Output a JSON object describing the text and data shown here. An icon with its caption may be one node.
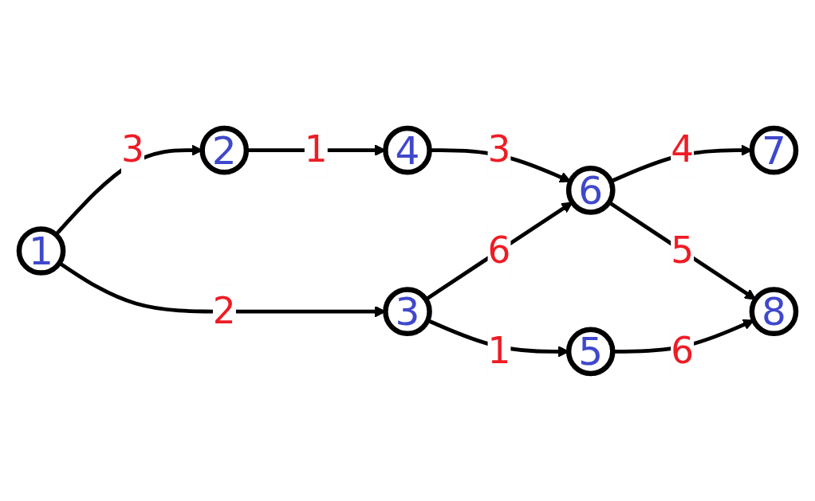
{
  "diagram": {
    "nodes": [
      {
        "text": [
          "1"
        ]
      },
      {
        "text": [
          "2"
        ]
      },
      {
        "text": [
          "3"
        ]
      },
      {
        "text": [
          "4"
        ]
      },
      {
        "text": [
          "5"
        ]
      },
      {
        "text": [
          "6"
        ]
      },
      {
        "text": [
          "7"
        ]
      },
      {
        "text": [
          "8"
        ]
      }
    ],
    "edges": [
      {
        "from": 0,
        "to": 1,
        "arrow": "to",
        "label": "3"
      },
      {
        "from": 0,
        "to": 2,
        "arrow": "to",
        "label": "2"
      },
      {
        "from": 1,
        "to": 3,
        "arrow": "to",
        "label": "1"
      },
      {
        "from": 2,
        "to": 5,
        "arrow": "to",
        "label": "6"
      },
      {
        "from": 3,
        "to": 5,
        "arrow": "to",
        "label": "3"
      },
      {
        "from": 2,
        "to": 4,
        "arrow": "to",
        "label": "1"
      },
      {
        "from": 5,
        "to": 6,
        "arrow": "to",
        "label": "4"
      },
      {
        "from": 5,
        "to": 7,
        "arrow": "to",
        "label": "5"
      },
      {
        "from": 4,
        "to": 7,
        "arrow": "to",
        "label": "6"
      }
    ]
  }
}
